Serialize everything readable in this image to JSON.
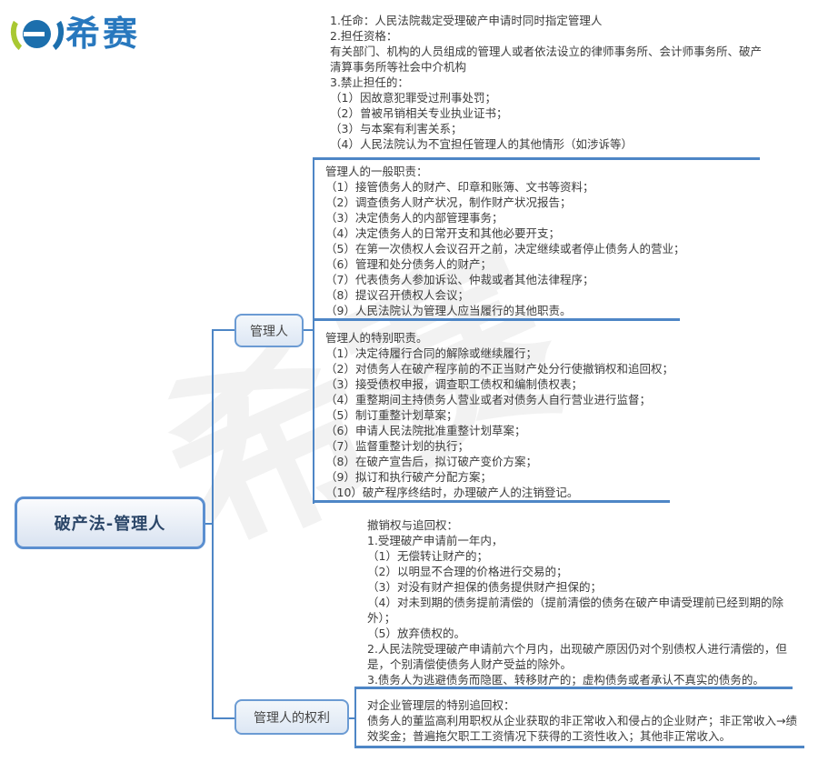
{
  "logo": {
    "text": "希赛",
    "icon": "xisai-e-icon",
    "text_color": "#2878BE",
    "icon_green": "#A9C832",
    "icon_blue": "#1C6FAD"
  },
  "watermark": "希赛",
  "colors": {
    "connector_line": "#4E86C6",
    "node_border": "#6B9BD3",
    "root_border": "#5B8FD0",
    "root_text": "#2B4668",
    "body_text": "#3C3C3C"
  },
  "map": {
    "root": {
      "label": "破产法-管理人"
    },
    "branches": [
      {
        "label": "管理人",
        "topics": [
          {
            "text": "1.任命：人民法院裁定受理破产申请时同时指定管理人\n2.担任资格：\n有关部门、机构的人员组成的管理人或者依法设立的律师事务所、会计师事务所、破产\n清算事务所等社会中介机构\n3.禁止担任的：\n（1）因故意犯罪受过刑事处罚；\n（2）曾被吊销相关专业执业证书；\n（3）与本案有利害关系；\n（4）人民法院认为不宜担任管理人的其他情形（如涉诉等）"
          },
          {
            "text": "管理人的一般职责：\n（1）接管债务人的财产、印章和账簿、文书等资料；\n（2）调查债务人财产状况，制作财产状况报告；\n（3）决定债务人的内部管理事务；\n（4）决定债务人的日常开支和其他必要开支；\n（5）在第一次债权人会议召开之前，决定继续或者停止债务人的营业；\n（6）管理和处分债务人的财产；\n（7）代表债务人参加诉讼、仲裁或者其他法律程序；\n（8）提议召开债权人会议；\n（9）人民法院认为管理人应当履行的其他职责。"
          },
          {
            "text": "管理人的特别职责。\n（1）决定待履行合同的解除或继续履行；\n（2）对债务人在破产程序前的不正当财产处分行使撤销权和追回权；\n（3）接受债权申报，调查职工债权和编制债权表；\n（4）重整期间主持债务人营业或者对债务人自行营业进行监督；\n（5）制订重整计划草案；\n（6）申请人民法院批准重整计划草案；\n（7）监督重整计划的执行；\n（8）在破产宣告后，拟订破产变价方案；\n（9）拟订和执行破产分配方案；\n（10）破产程序终结时，办理破产人的注销登记。"
          }
        ]
      },
      {
        "label": "管理人的权利",
        "topics": [
          {
            "text": "撤销权与追回权：\n1.受理破产申请前一年内，\n（1）无偿转让财产的；\n（2）以明显不合理的价格进行交易的；\n（3）对没有财产担保的债务提供财产担保的；\n（4）对未到期的债务提前清偿的（提前清偿的债务在破产申请受理前已经到期的除\n外）；\n（5）放弃债权的。\n2.人民法院受理破产申请前六个月内，出现破产原因仍对个别债权人进行清偿的，但\n是，个别清偿使债务人财产受益的除外。\n3.债务人为逃避债务而隐匿、转移财产的；虚构债务或者承认不真实的债务的。"
          },
          {
            "text": "对企业管理层的特别追回权：\n债务人的董监高利用职权从企业获取的非正常收入和侵占的企业财产；非正常收入→绩\n效奖金；普遍拖欠职工工资情况下获得的工资性收入；其他非正常收入。"
          }
        ]
      }
    ]
  }
}
